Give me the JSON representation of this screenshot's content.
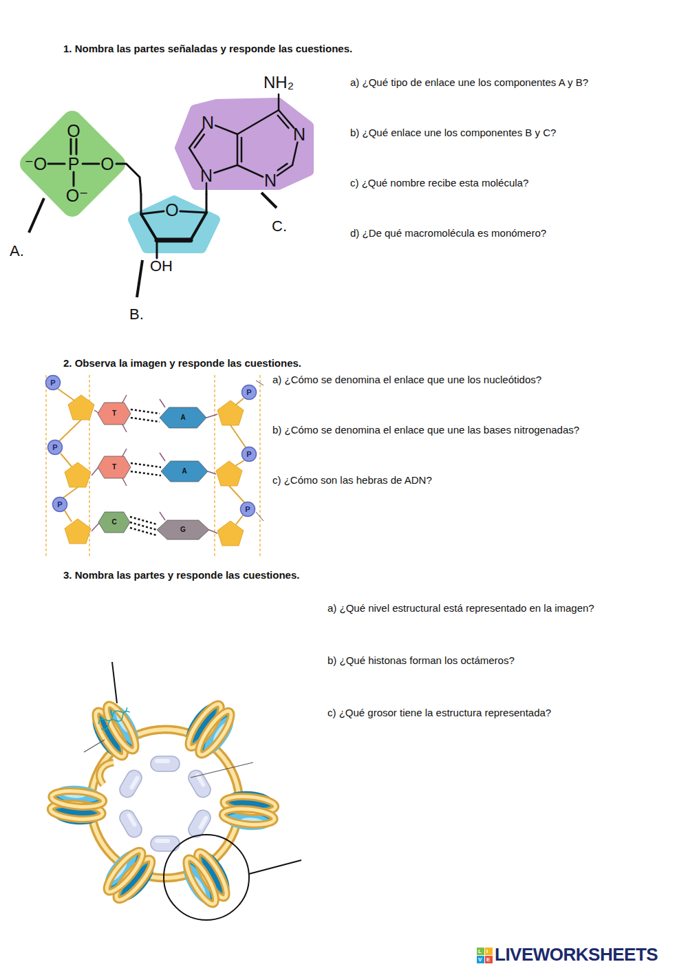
{
  "diagram": {
    "nodes": [
      {
        "text": [
          "O",
          "⁻O",
          "P",
          "O",
          "O⁻"
        ]
      },
      {
        "text": [
          "O"
        ]
      },
      {
        "text": [
          "N",
          "N",
          "N",
          "N"
        ]
      },
      {
        "text": [
          "P"
        ]
      },
      {
        "text": [
          "P"
        ]
      },
      {
        "text": [
          "T"
        ]
      },
      {
        "text": [
          "A"
        ]
      },
      {
        "text": [
          "P"
        ]
      },
      {
        "text": [
          "P"
        ]
      },
      {
        "text": [
          "T"
        ]
      },
      {
        "text": [
          "A"
        ]
      },
      {
        "text": [
          "P"
        ]
      },
      {
        "text": [
          "P"
        ]
      },
      {
        "text": [
          "C"
        ]
      },
      {
        "text": [
          "G"
        ]
      }
    ],
    "edges": [
      {
        "from": 0,
        "to": 1,
        "arrow": "none"
      },
      {
        "from": 1,
        "to": 2,
        "arrow": "none"
      },
      {
        "from": 5,
        "to": 6,
        "arrow": "none"
      },
      {
        "from": 5,
        "to": 6,
        "arrow": "none"
      },
      {
        "from": 9,
        "to": 10,
        "arrow": "none"
      },
      {
        "from": 9,
        "to": 10,
        "arrow": "none"
      },
      {
        "from": 13,
        "to": 14,
        "arrow": "none"
      },
      {
        "from": 13,
        "to": 14,
        "arrow": "none"
      },
      {
        "from": 13,
        "to": 14,
        "arrow": "none"
      }
    ],
    "labels": [
      "1. Nombra las partes señaladas y responde las cuestiones.",
      "NH₂",
      "OH",
      "A.",
      "B.",
      "C.",
      "a) ¿Qué tipo de enlace une los componentes A y B?",
      "b) ¿Qué enlace une los componentes B y C?",
      "c) ¿Qué nombre recibe esta molécula?",
      "d) ¿De qué macromolécula es monómero?",
      "2. Observa la imagen y responde las cuestiones.",
      "a) ¿Cómo se denomina el enlace que une los nucleótidos?",
      "b) ¿Cómo se denomina el enlace que une las bases nitrogenadas?",
      "c) ¿Cómo son las hebras de ADN?",
      "3. Nombra las partes y responde las cuestiones.",
      "a) ¿Qué nivel estructural está representado en la imagen?",
      "b) ¿Qué histonas forman los octámeros?",
      "c) ¿Qué grosor tiene la estructura representada?",
      "LIVEWORKSHEETS",
      "L",
      "I",
      "V",
      "E"
    ]
  }
}
